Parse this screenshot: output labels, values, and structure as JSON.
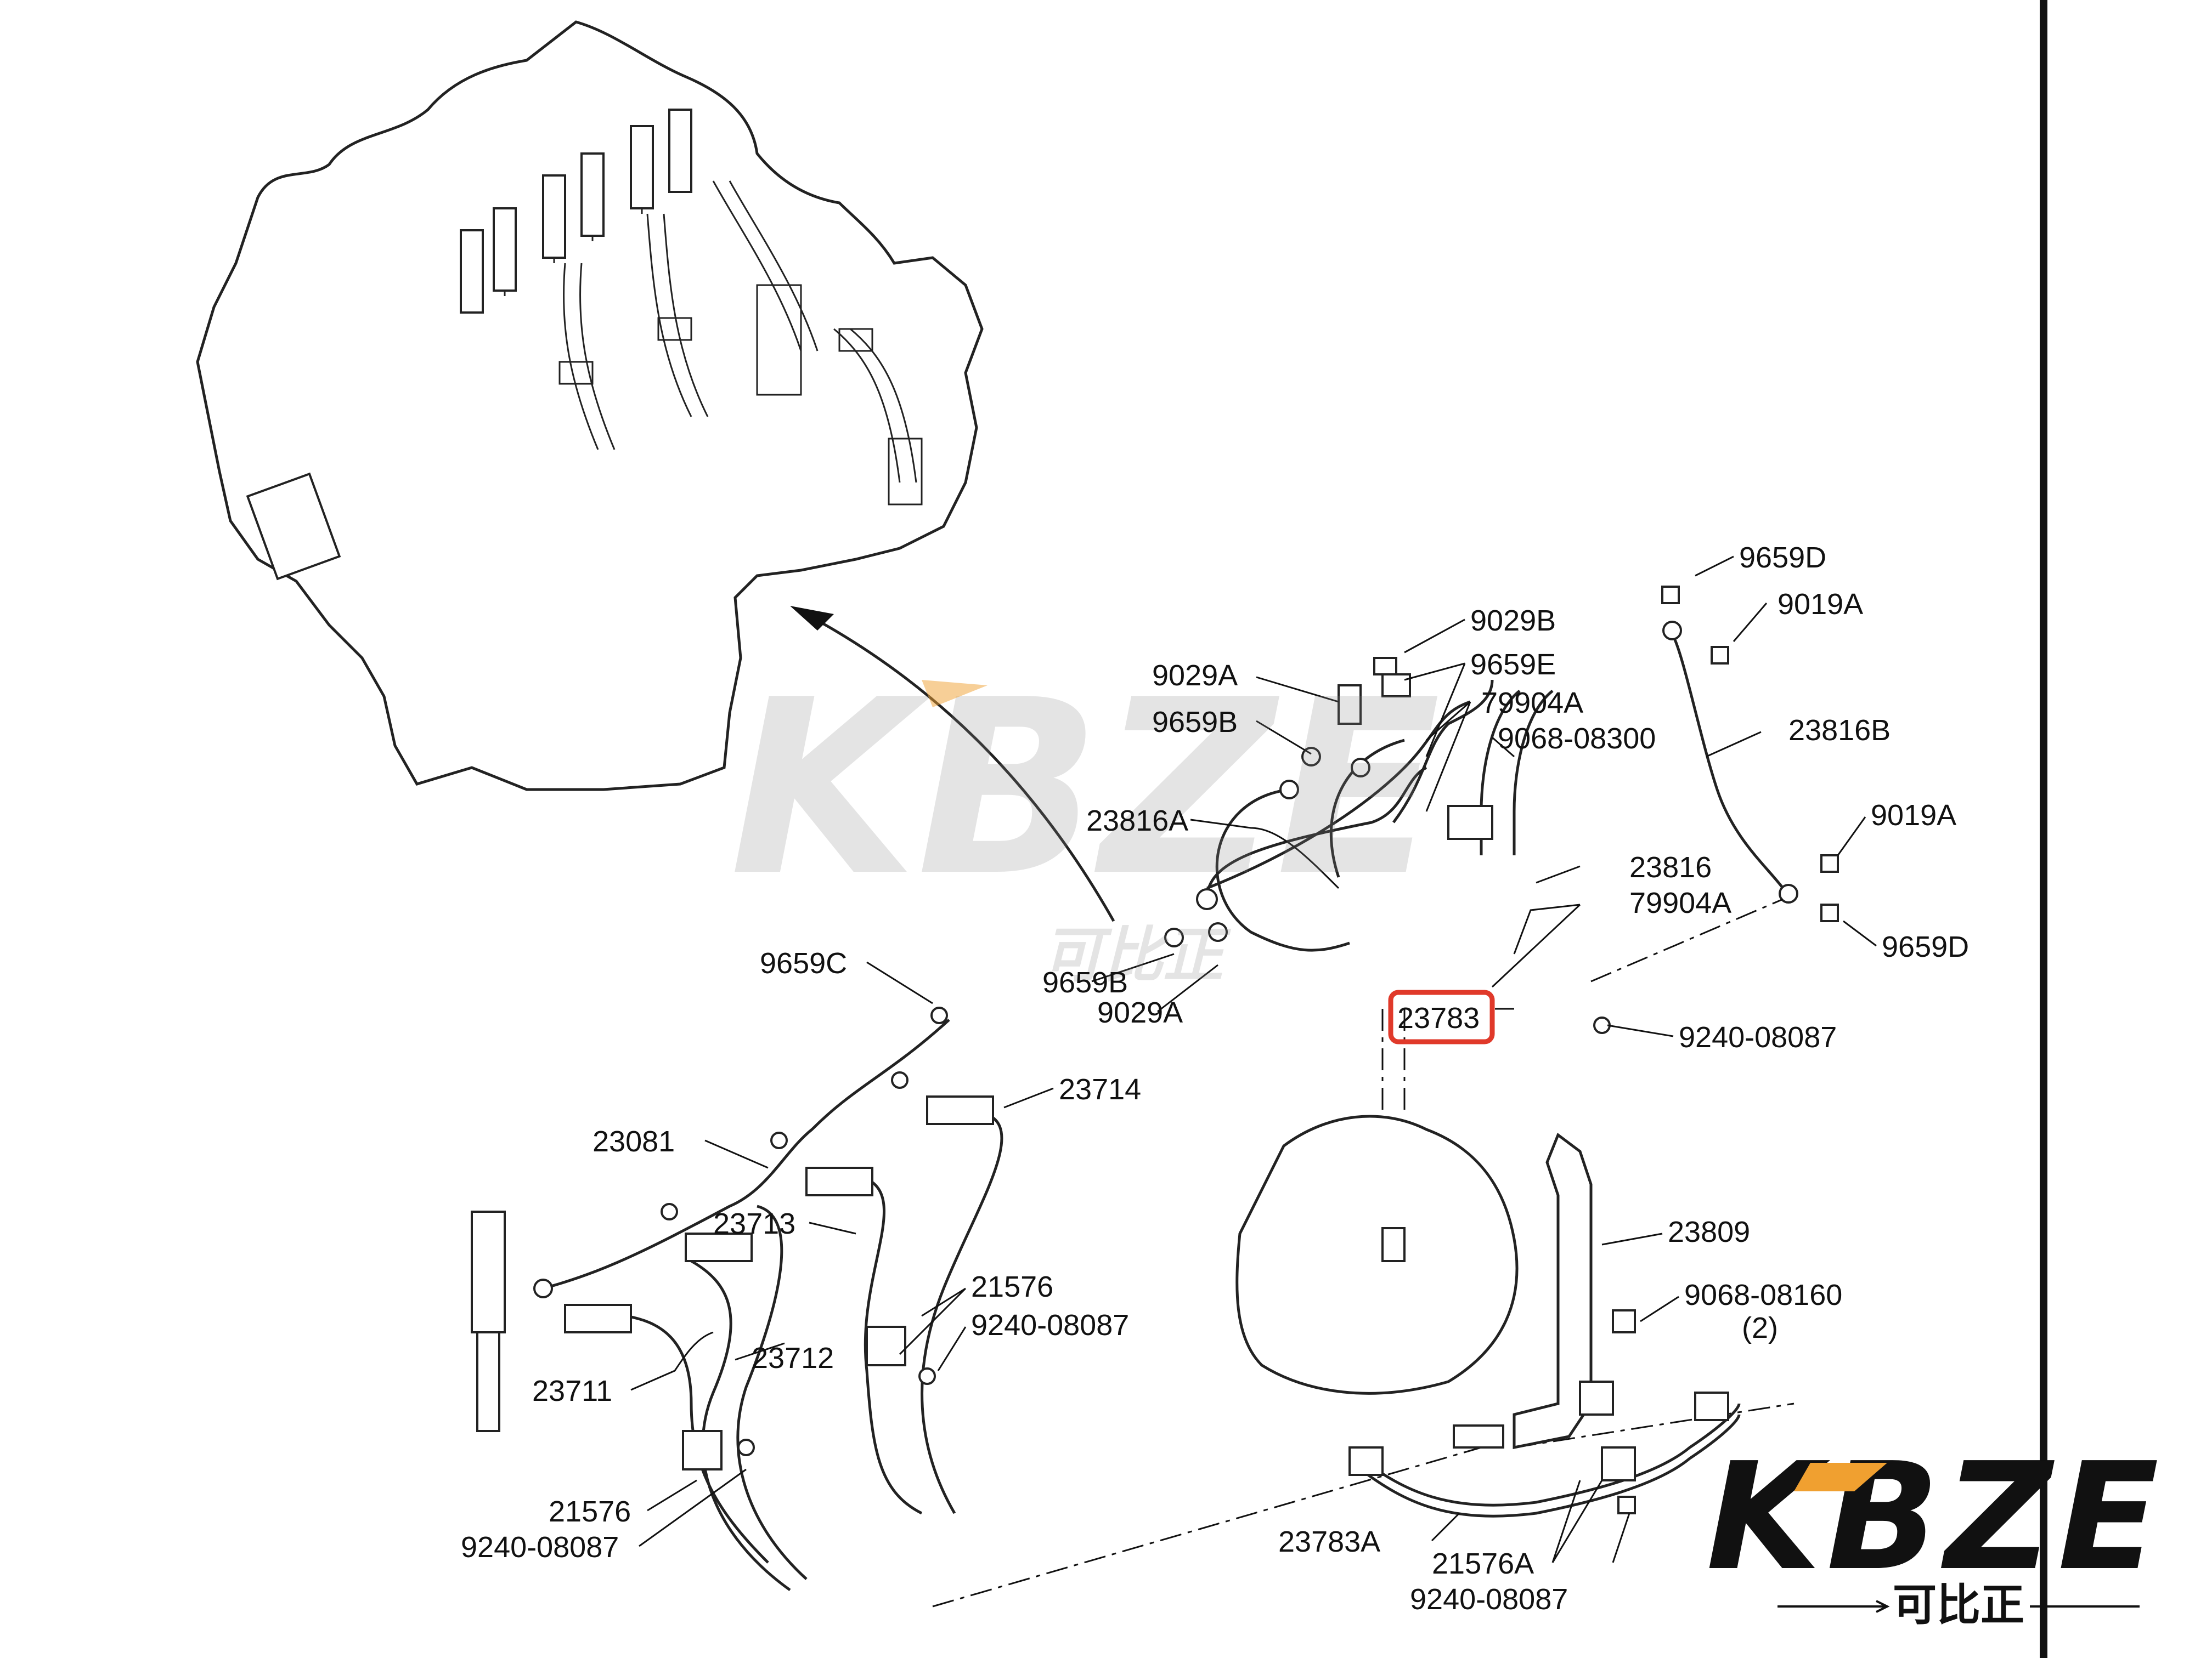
{
  "watermark_center": {
    "text": "KBZE",
    "subtitle": "可比正"
  },
  "logo": {
    "text": "KBZE",
    "subtitle": "可比正",
    "accent_color": "#f0a030"
  },
  "highlight": {
    "part": "23783",
    "color": "#e0392a"
  },
  "labels": {
    "l9029B": "9029B",
    "l9659E": "9659E",
    "l79904A_top": "79904A",
    "l9068_08300": "9068-08300",
    "l9029A_top": "9029A",
    "l9659B_top": "9659B",
    "l23816A": "23816A",
    "l23816": "23816",
    "l79904A_mid": "79904A",
    "l9659B_bot": "9659B",
    "l9029A_bot": "9029A",
    "l23783": "23783",
    "l9240_08087_r": "9240-08087",
    "l9659D_top": "9659D",
    "l9019A_top": "9019A",
    "l23816B": "23816B",
    "l9019A_bot": "9019A",
    "l9659D_bot": "9659D",
    "l9659C": "9659C",
    "l23714": "23714",
    "l23081": "23081",
    "l23713": "23713",
    "l21576_r": "21576",
    "l9240_08087_m": "9240-08087",
    "l23712": "23712",
    "l23711": "23711",
    "l21576_l": "21576",
    "l9240_08087_l": "9240-08087",
    "l23809": "23809",
    "l9068_08160": "9068-08160",
    "l9068_qty": "(2)",
    "l23783A": "23783A",
    "l21576A": "21576A",
    "l9240_08087_b": "9240-08087"
  }
}
